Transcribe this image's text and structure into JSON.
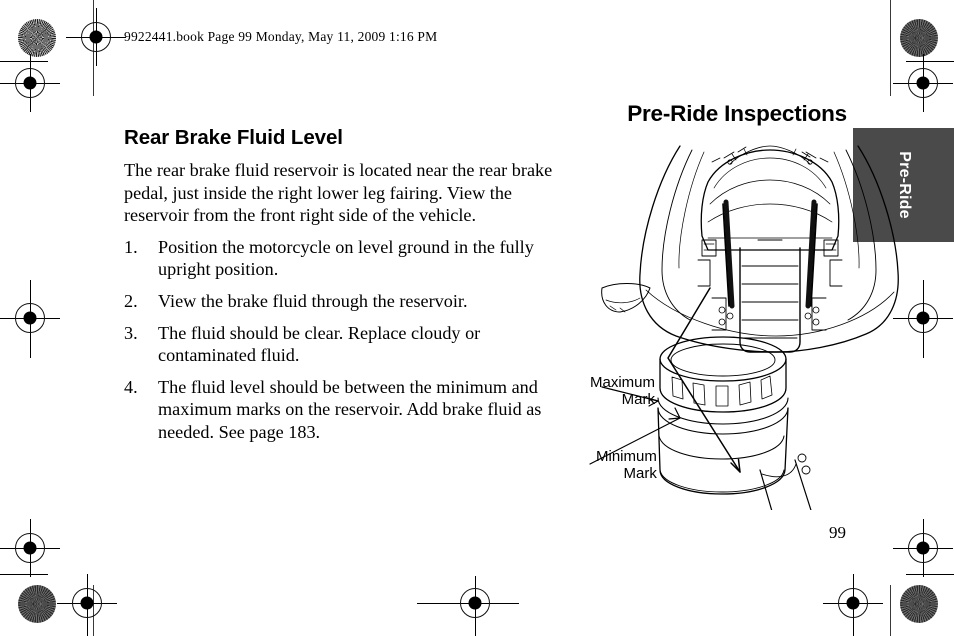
{
  "book_header": "9922441.book  Page 99  Monday, May 11, 2009  1:16 PM",
  "left_column": {
    "heading": "Rear Brake Fluid Level",
    "intro": "The rear brake fluid reservoir is located near the rear brake pedal, just inside the right lower leg fairing. View the reservoir from the front right side of the vehicle.",
    "steps": [
      {
        "number": "1.",
        "text": "Position the motorcycle on level ground in the fully upright position."
      },
      {
        "number": "2.",
        "text": "View the brake fluid through the reservoir."
      },
      {
        "number": "3.",
        "text": "The fluid should be clear. Replace cloudy or contaminated fluid."
      },
      {
        "number": "4.",
        "text": "The fluid level should be between the minimum and maximum marks on the reservoir. Add brake fluid as needed. See page 183."
      }
    ]
  },
  "right_column": {
    "page_title": "Pre-Ride Inspections",
    "side_tab_label": "Pre-Ride",
    "side_tab_color": "#4a4a4a",
    "figure": {
      "description": "Front view line drawing of motorcycle front wheel and fender with leader line to brake fluid reservoir detail",
      "callouts": [
        {
          "line1": "Maximum",
          "line2": "Mark"
        },
        {
          "line1": "Minimum",
          "line2": "Mark"
        }
      ]
    }
  },
  "page_number": "99"
}
